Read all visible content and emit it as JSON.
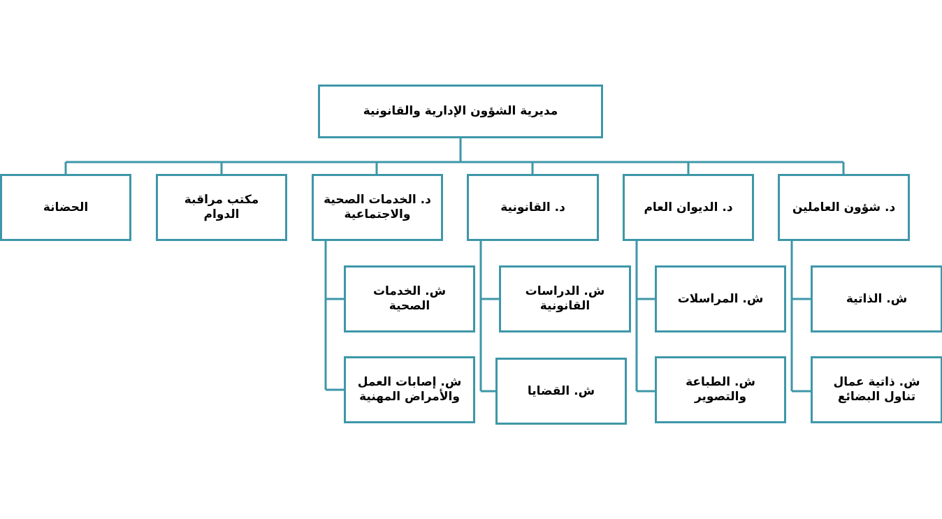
{
  "colors": {
    "line": "#3e97a8",
    "box_border": "#3e97a8",
    "text": "#000000"
  },
  "root": {
    "label": "مديرية الشؤون الإدارية والقانونية"
  },
  "departments": [
    {
      "label": "د. شؤون العاملين",
      "sections": [
        {
          "label": "ش. الذاتية"
        },
        {
          "label": "ش. ذاتية عمال تناول البضائع"
        }
      ]
    },
    {
      "label": "د. الديوان العام",
      "sections": [
        {
          "label": "ش. المراسلات"
        },
        {
          "label": "ش. الطباعة والتصوير"
        }
      ]
    },
    {
      "label": "د. القانونية",
      "sections": [
        {
          "label": "ش. الدراسات القانونية"
        },
        {
          "label": "ش. القضايا"
        }
      ]
    },
    {
      "label": "د. الخدمات الصحية والاجتماعية",
      "sections": [
        {
          "label": "ش. الخدمات الصحية"
        },
        {
          "label": "ش. إصابات العمل والأمراض المهنية"
        }
      ]
    },
    {
      "label": "مكتب مراقبة الدوام"
    },
    {
      "label": "الحضانة"
    }
  ]
}
